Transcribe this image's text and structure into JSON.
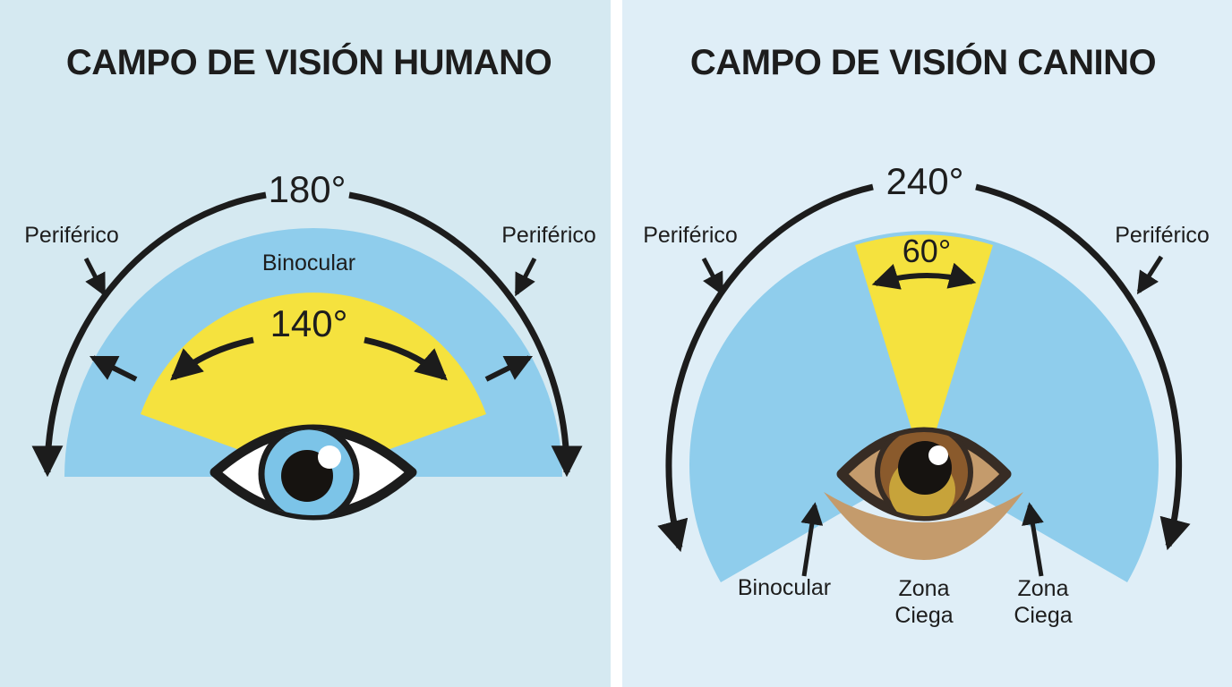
{
  "panels": {
    "human": {
      "title": "CAMPO DE VISIÓN HUMANO",
      "total_angle": "180°",
      "binocular_label": "Binocular",
      "binocular_angle": "140°",
      "peripheral_left_label": "Periférico",
      "peripheral_right_label": "Periférico"
    },
    "canine": {
      "title": "CAMPO DE VISIÓN CANINO",
      "total_angle": "240°",
      "binocular_angle": "60°",
      "peripheral_left_label": "Periférico",
      "peripheral_right_label": "Periférico",
      "binocular_label": "Binocular",
      "blind_zone_center_label": "Zona Ciega",
      "blind_zone_right_label": "Zona Ciega"
    }
  },
  "colors": {
    "background_left": "#d5e9f1",
    "background_right": "#dfeef7",
    "divider": "#ffffff",
    "peripheral_field": "#8fcdec",
    "binocular_field": "#f5e23e",
    "blind_zone": "#c49b6c",
    "line": "#1c1c1c",
    "human_iris": "#7cc4e8",
    "pupil": "#161310",
    "dog_iris": "#8a5a2c",
    "dog_iris_inner": "#c7a33a",
    "dog_outline": "#372c24",
    "eye_white": "#ffffff"
  }
}
